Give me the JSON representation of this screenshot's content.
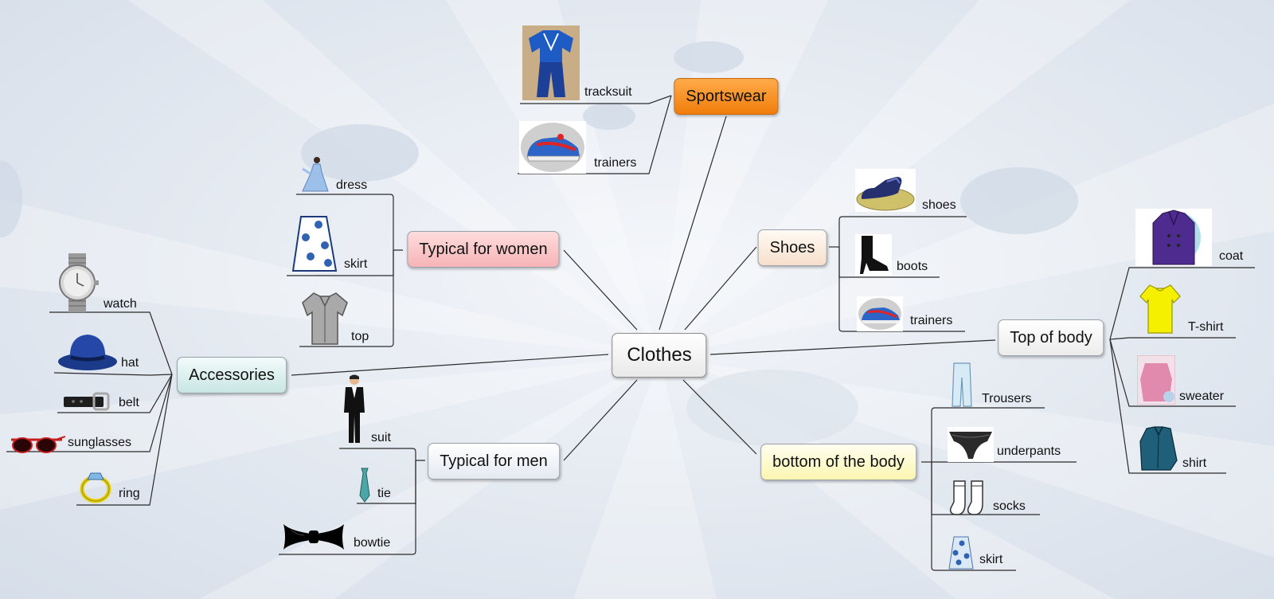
{
  "central": "Clothes",
  "branches": {
    "sportswear": {
      "label": "Sportswear",
      "items": [
        "tracksuit",
        "trainers"
      ]
    },
    "women": {
      "label": "Typical for women",
      "items": [
        "dress",
        "skirt",
        "top"
      ]
    },
    "shoes": {
      "label": "Shoes",
      "items": [
        "shoes",
        "boots",
        "trainers"
      ]
    },
    "accessories": {
      "label": "Accessories",
      "items": [
        "watch",
        "hat",
        "belt",
        "sunglasses",
        "ring"
      ]
    },
    "men": {
      "label": "Typical for men",
      "items": [
        "suit",
        "tie",
        "bowtie"
      ]
    },
    "top": {
      "label": "Top of body",
      "items": [
        "coat",
        "T-shirt",
        "sweater",
        "shirt"
      ]
    },
    "bottom": {
      "label": "bottom of the body",
      "items": [
        "Trousers",
        "underpants",
        "socks",
        "skirt"
      ]
    }
  },
  "colors": {
    "sportswear": "#f28c1e",
    "women": "#f8c0c2",
    "shoes": "#fbe8d8",
    "accessories": "#d6efec",
    "men": "#eef1f6",
    "top": "#f3f3f3",
    "bottom": "#fdf9c4",
    "link": "#2b2b2b"
  },
  "icons": {
    "tracksuit": "tracksuit-icon",
    "trainers": "trainer-shoe-icon",
    "dress": "dress-icon",
    "skirt": "skirt-icon",
    "top": "blouse-icon",
    "shoes": "shoe-icon",
    "boots": "boot-icon",
    "watch": "watch-icon",
    "hat": "hat-icon",
    "belt": "belt-icon",
    "sunglasses": "sunglasses-icon",
    "ring": "ring-icon",
    "suit": "suit-icon",
    "tie": "tie-icon",
    "bowtie": "bowtie-icon",
    "coat": "coat-icon",
    "tshirt": "tshirt-icon",
    "sweater": "sweater-icon",
    "shirt": "shirt-icon",
    "trousers": "trousers-icon",
    "underpants": "underpants-icon",
    "socks": "socks-icon"
  }
}
